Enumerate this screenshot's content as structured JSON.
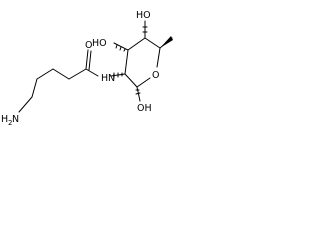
{
  "molecule": {
    "atoms": {
      "ho_top": "HO",
      "ho_mid": "HO",
      "oh_anomeric": "OH",
      "ring_o": "O",
      "carbonyl_o": "O",
      "amide_nh": "N",
      "amide_h": "H",
      "amine_h2": "H",
      "amine_sub": "2",
      "amine_n": "N"
    }
  }
}
